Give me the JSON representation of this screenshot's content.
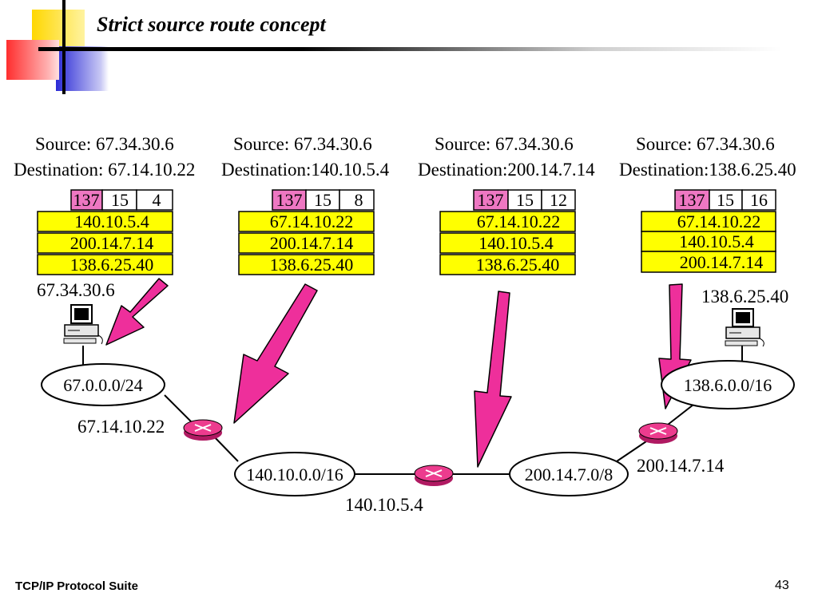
{
  "slide": {
    "title": "Strict source route concept",
    "footer": "TCP/IP Protocol Suite",
    "page_number": "43"
  },
  "colors": {
    "address_fill": "#ffff00",
    "code_fill": "#ee77c2",
    "arrow_fill": "#ee2f9b",
    "router_fill": "#ec3c8e"
  },
  "packets": [
    {
      "source": "Source: 67.34.30.6",
      "destination": "Destination: 67.14.10.22",
      "header": {
        "code": "137",
        "length": "15",
        "pointer": "4"
      },
      "routes": [
        "140.10.5.4",
        "200.14.7.14",
        "138.6.25.40"
      ]
    },
    {
      "source": "Source:  67.34.30.6",
      "destination": "Destination:140.10.5.4",
      "header": {
        "code": "137",
        "length": "15",
        "pointer": "8"
      },
      "routes": [
        "67.14.10.22",
        "200.14.7.14",
        "138.6.25.40"
      ]
    },
    {
      "source": "Source:  67.34.30.6",
      "destination": "Destination:200.14.7.14",
      "header": {
        "code": "137",
        "length": "15",
        "pointer": "12"
      },
      "routes": [
        "67.14.10.22",
        "140.10.5.4",
        "138.6.25.40"
      ]
    },
    {
      "source": "Source:  67.34.30.6",
      "destination": "Destination:138.6.25.40",
      "header": {
        "code": "137",
        "length": "15",
        "pointer": "16"
      },
      "routes": [
        "67.14.10.22",
        "140.10.5.4",
        "200.14.7.14"
      ]
    }
  ],
  "networks": [
    "67.0.0.0/24",
    "140.10.0.0/16",
    "200.14.7.0/8",
    "138.6.0.0/16"
  ],
  "hosts": {
    "source_host": "67.34.30.6",
    "destination_host": "138.6.25.40"
  },
  "router_addresses": {
    "r1": "67.14.10.22",
    "r2": "140.10.5.4",
    "r3": "200.14.7.14"
  }
}
